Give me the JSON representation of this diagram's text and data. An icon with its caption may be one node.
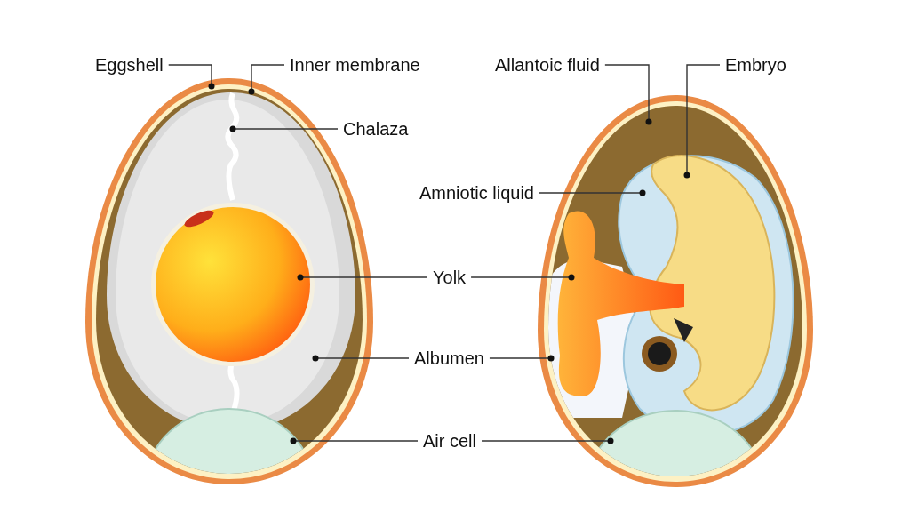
{
  "diagram": {
    "nodes": [
      {
        "text": [
          "Eggshell"
        ]
      },
      {
        "text": [
          "Inner membrane"
        ]
      },
      {
        "text": [
          "Chalaza"
        ]
      },
      {
        "text": [
          "Allantoic fluid"
        ]
      },
      {
        "text": [
          "Embryo"
        ]
      },
      {
        "text": [
          "Amniotic liquid"
        ]
      },
      {
        "text": [
          "Yolk"
        ]
      },
      {
        "text": [
          "Albumen"
        ]
      },
      {
        "text": [
          "Air cell"
        ]
      }
    ],
    "edges": [
      {
        "from": 0,
        "to": null,
        "arrow": "other"
      },
      {
        "from": 1,
        "to": null,
        "arrow": "other"
      },
      {
        "from": 2,
        "to": null,
        "arrow": "other"
      },
      {
        "from": 3,
        "to": null,
        "arrow": "other"
      },
      {
        "from": 4,
        "to": null,
        "arrow": "other"
      },
      {
        "from": 5,
        "to": null,
        "arrow": "other"
      },
      {
        "from": 6,
        "to": null,
        "arrow": "other"
      },
      {
        "from": 6,
        "to": null,
        "arrow": "other"
      },
      {
        "from": 7,
        "to": null,
        "arrow": "other"
      },
      {
        "from": 7,
        "to": null,
        "arrow": "other"
      },
      {
        "from": 8,
        "to": null,
        "arrow": "other"
      },
      {
        "from": 8,
        "to": null,
        "arrow": "other"
      }
    ]
  }
}
